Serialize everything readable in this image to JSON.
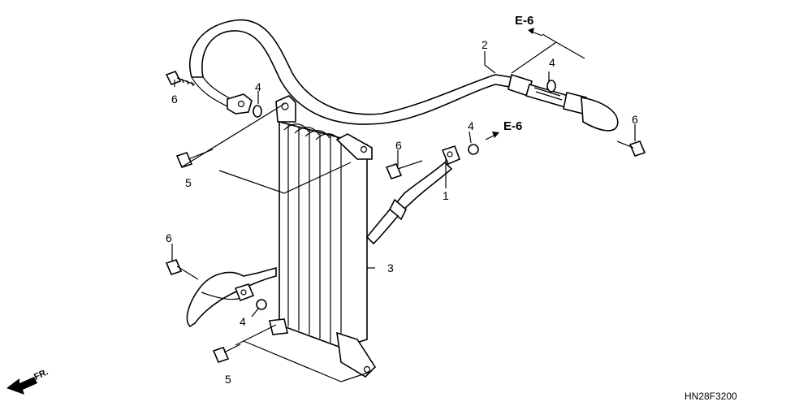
{
  "callouts": {
    "c1": "1",
    "c2": "2",
    "c3": "3",
    "c4a": "4",
    "c4b": "4",
    "c4c": "4",
    "c4d": "4",
    "c5a": "5",
    "c5b": "5",
    "c6a": "6",
    "c6b": "6",
    "c6c": "6",
    "c6d": "6"
  },
  "references": {
    "e6_top": "E-6",
    "e6_mid": "E-6"
  },
  "front_marker": "FR.",
  "diagram_code": "HN28F3200"
}
